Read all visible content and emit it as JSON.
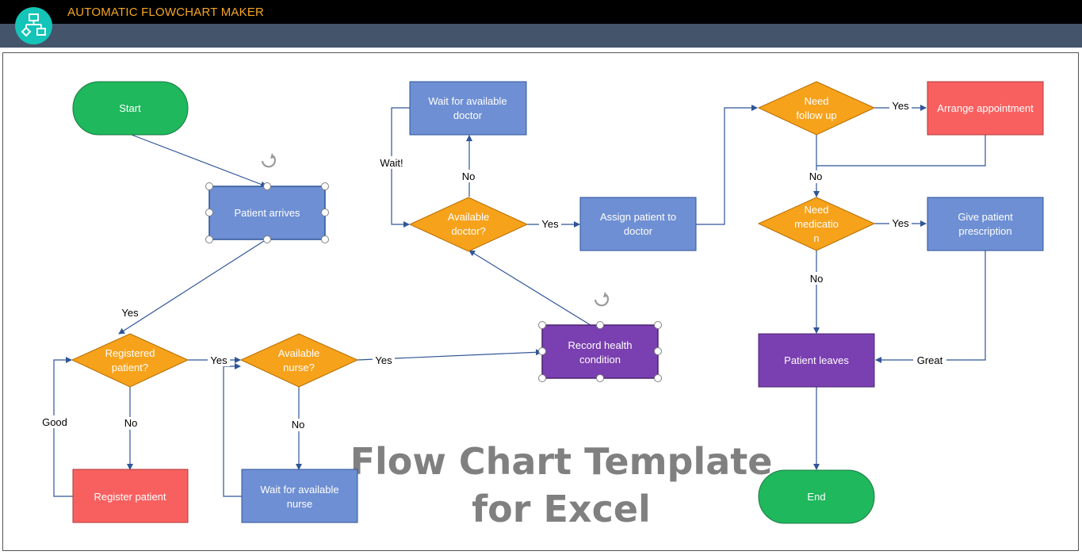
{
  "header": {
    "app_title": "AUTOMATIC FLOWCHART MAKER",
    "page_title": "FLOWCHART",
    "logo_icon": "flowchart-icon"
  },
  "colors": {
    "terminal": "#1fb85c",
    "process": "#6e8fd3",
    "decision": "#f7a21b",
    "alert": "#f86060",
    "highlight": "#7a3fb0",
    "connector": "#2f5597"
  },
  "nodes": {
    "start": "Start",
    "patient_arrives": "Patient arrives",
    "registered": [
      "Registered",
      "patient?"
    ],
    "register_patient": "Register patient",
    "available_nurse": [
      "Available",
      "nurse?"
    ],
    "wait_nurse": [
      "Wait for available",
      "nurse"
    ],
    "record_health": [
      "Record health",
      "condition"
    ],
    "available_doctor": [
      "Available",
      "doctor?"
    ],
    "wait_doctor": [
      "Wait for available",
      "doctor"
    ],
    "assign_doctor": [
      "Assign patient to",
      "doctor"
    ],
    "need_follow_up": [
      "Need",
      "follow up"
    ],
    "arrange_appointment": "Arrange appointment",
    "need_medication": [
      "Need",
      "medicatio",
      "n"
    ],
    "give_prescription": [
      "Give patient",
      "prescription"
    ],
    "patient_leaves": "Patient leaves",
    "end": "End"
  },
  "edge_labels": {
    "yes_arrives_registered": "Yes",
    "yes_registered_nurse": "Yes",
    "no_registered": "No",
    "good": "Good",
    "yes_nurse_record": "Yes",
    "no_nurse": "No",
    "no_doctor": "No",
    "wait": "Wait!",
    "yes_doctor": "Yes",
    "yes_follow": "Yes",
    "no_follow": "No",
    "yes_medication": "Yes",
    "no_medication": "No",
    "great": "Great"
  },
  "watermark": [
    "Flow Chart Template",
    "for Excel"
  ]
}
